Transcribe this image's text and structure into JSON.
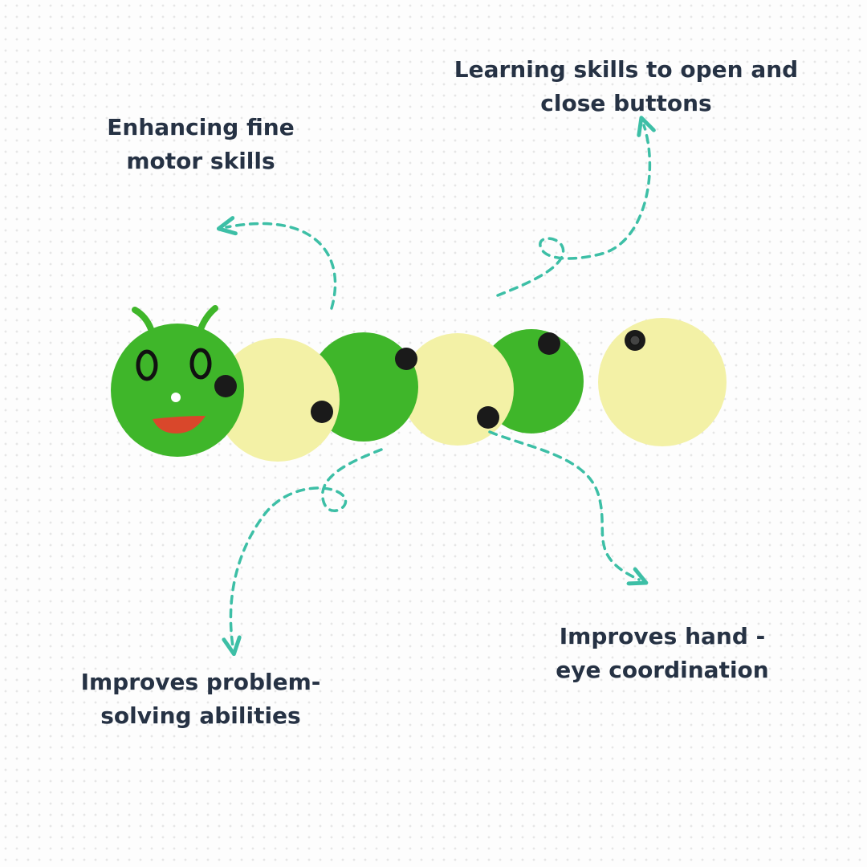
{
  "labels": {
    "fine_motor": [
      "Enhancing fine",
      "motor skills"
    ],
    "buttons": [
      "Learning skills to open and",
      "close buttons"
    ],
    "problem_solving": [
      "Improves problem-",
      "solving abilities"
    ],
    "hand_eye": [
      "Improves hand -",
      "eye coordination"
    ]
  },
  "icons": {
    "arrow": "curved-dashed-arrow",
    "toy": "felt-caterpillar-toy"
  },
  "colors": {
    "text": "#263244",
    "arrow": "#3dbfa6",
    "felt_green": "#3fb62a",
    "felt_yellow": "#f3f1a6",
    "button_black": "#1a1a1a",
    "mouth": "#d9472b"
  }
}
